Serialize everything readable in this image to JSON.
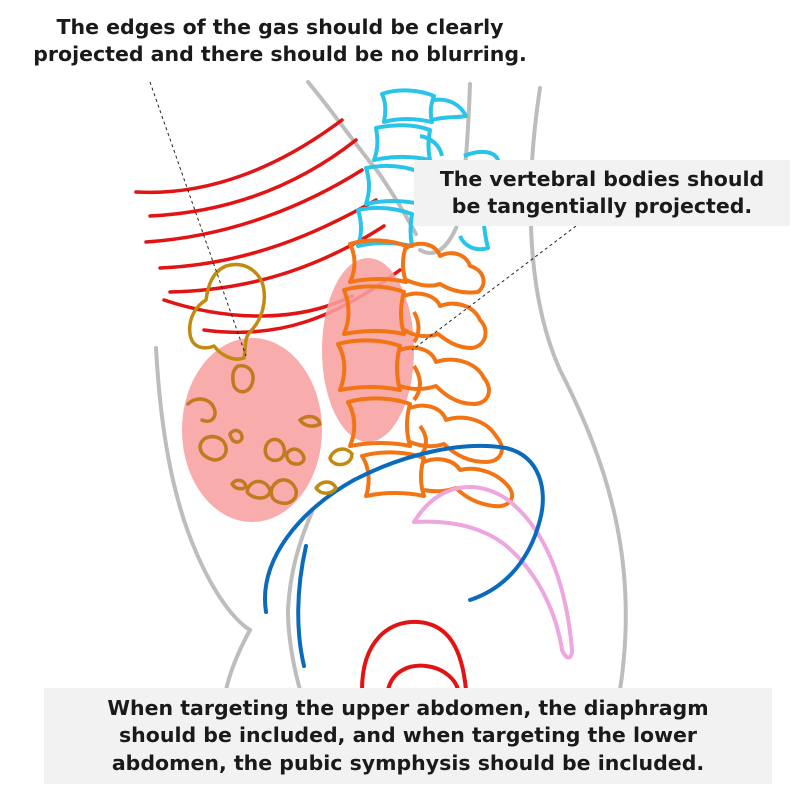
{
  "captions": {
    "gas": {
      "line1": "The edges of the gas should be clearly",
      "line2": "projected and there should be no blurring."
    },
    "vertebrae": {
      "line1": "The vertebral bodies should",
      "line2": "be tangentially projected."
    },
    "bottom": {
      "line1": "When targeting the upper abdomen, the diaphragm",
      "line2": "should be included, and when targeting the lower",
      "line3": "abdomen, the pubic symphysis should be included."
    }
  },
  "colors": {
    "body_outline": "#bdbdbd",
    "ribs": "#e31313",
    "thoracic_spine": "#29c4ea",
    "lumbar_spine": "#f27414",
    "ilium": "#0a6bbd",
    "sacrum": "#eda6e0",
    "bowel_gas": "#c18a10",
    "gas_highlight": "#f7a1a1",
    "callout_box": "#f2f2f2"
  }
}
